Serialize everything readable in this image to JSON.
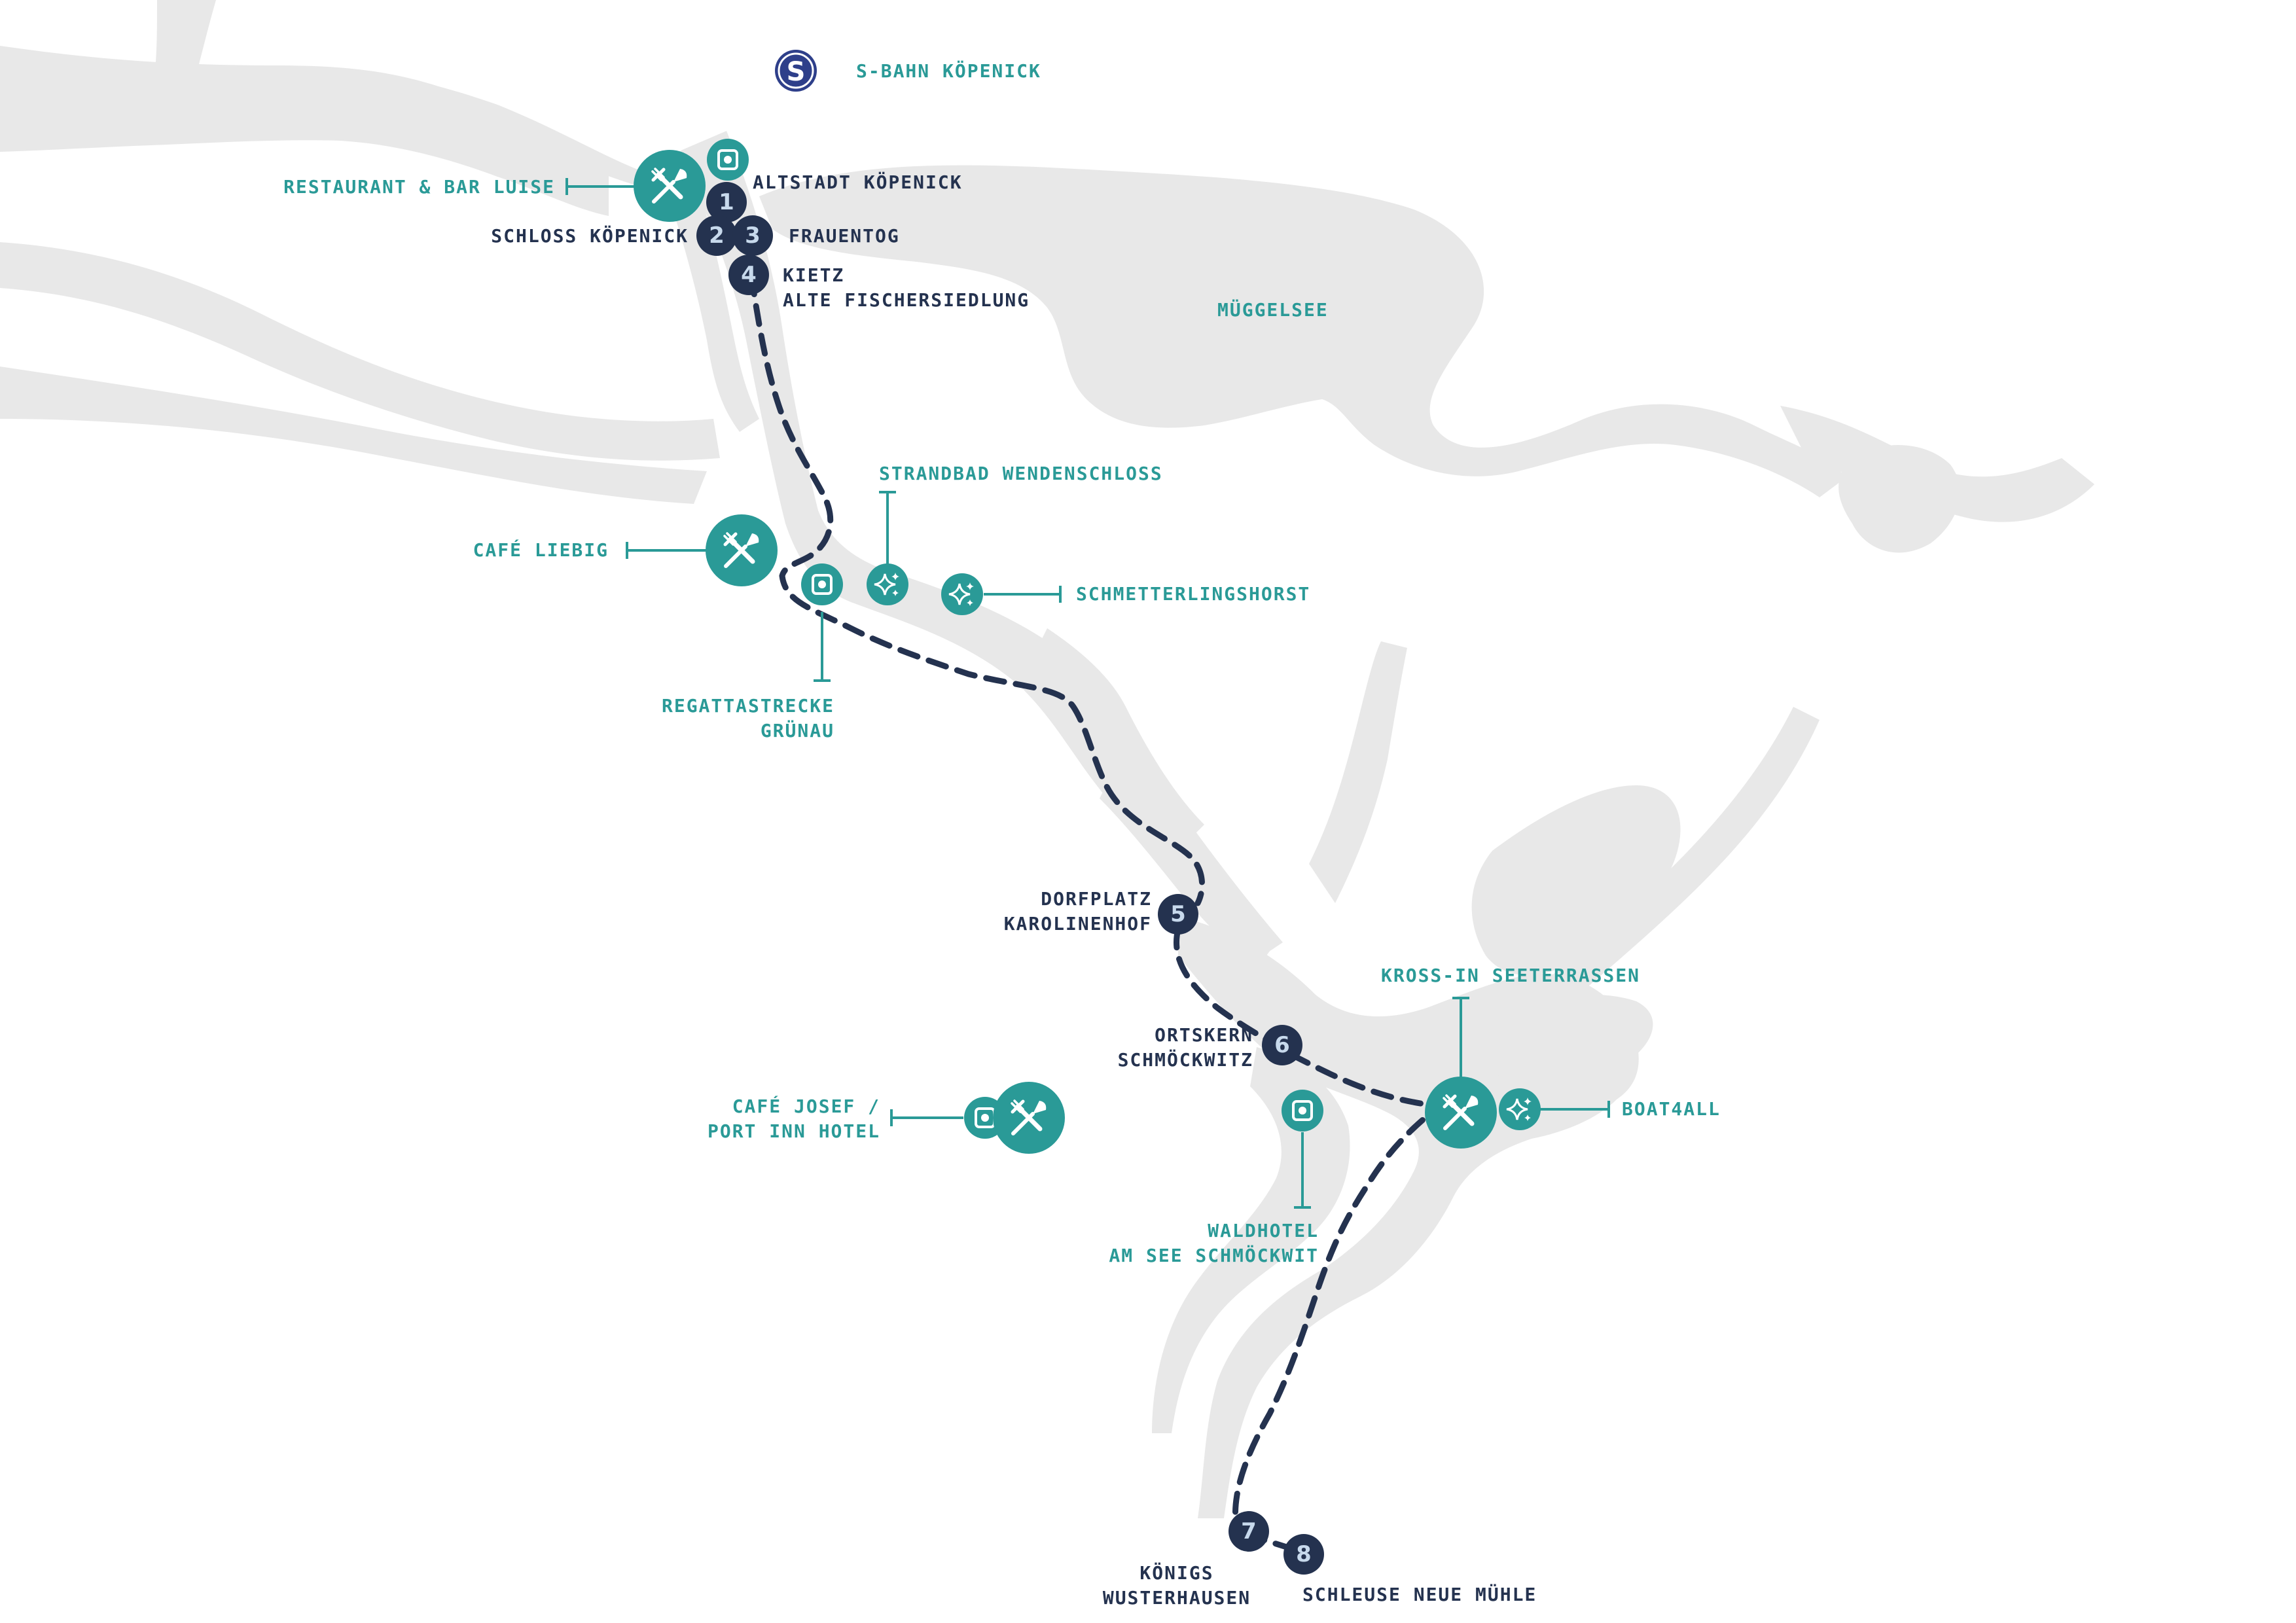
{
  "colors": {
    "water": "#e8e8e8",
    "route": "#24324f",
    "poi": "#2a9a97",
    "stop": "#24324f",
    "stop_number": "#c7d9ec",
    "label_teal": "#2a9a97",
    "label_navy": "#24324f"
  },
  "transit": {
    "symbol": "S",
    "label": "S-BAHN KÖPENICK",
    "icon": "s-bahn-icon"
  },
  "stops": [
    {
      "number": "1",
      "label": "ALTSTADT KÖPENICK"
    },
    {
      "number": "2",
      "label": "SCHLOSS KÖPENICK"
    },
    {
      "number": "3",
      "label": "FRAUENTOG"
    },
    {
      "number": "4",
      "label": "KIETZ\nALTE FISCHERSIEDLUNG"
    },
    {
      "number": "5",
      "label": "DORFPLATZ\nKAROLINENHOF"
    },
    {
      "number": "6",
      "label": "ORTSKERN\nSCHMÖCKWITZ"
    },
    {
      "number": "7",
      "label": "KÖNIGS\nWUSTERHAUSEN"
    },
    {
      "number": "8",
      "label": "SCHLEUSE NEUE MÜHLE"
    }
  ],
  "pois": {
    "restaurant_luise": {
      "label": "RESTAURANT & BAR LUISE",
      "icon": "fork-knife-icon"
    },
    "cafe_liebig": {
      "label": "CAFÉ LIEBIG",
      "icon": "fork-knife-icon"
    },
    "strandbad": {
      "label": "STRANDBAD WENDENSCHLOSS",
      "icon": "sparkle-icon"
    },
    "schmetterlingshorst": {
      "label": "SCHMETTERLINGSHORST",
      "icon": "sparkle-icon"
    },
    "regatta": {
      "label": "REGATTASTRECKE\nGRÜNAU",
      "icon": "hotel-icon"
    },
    "cafe_josef": {
      "label": "CAFÉ JOSEF /\nPORT INN HOTEL",
      "icon": "fork-knife-icon"
    },
    "kross_in": {
      "label": "KROSS-IN SEETERRASSEN",
      "icon": "fork-knife-icon"
    },
    "boat4all": {
      "label": "BOAT4ALL",
      "icon": "sparkle-icon"
    },
    "waldhotel": {
      "label": "WALDHOTEL\nAM SEE SCHMÖCKWIT",
      "icon": "hotel-icon"
    }
  },
  "lake": {
    "label": "MÜGGELSEE"
  }
}
